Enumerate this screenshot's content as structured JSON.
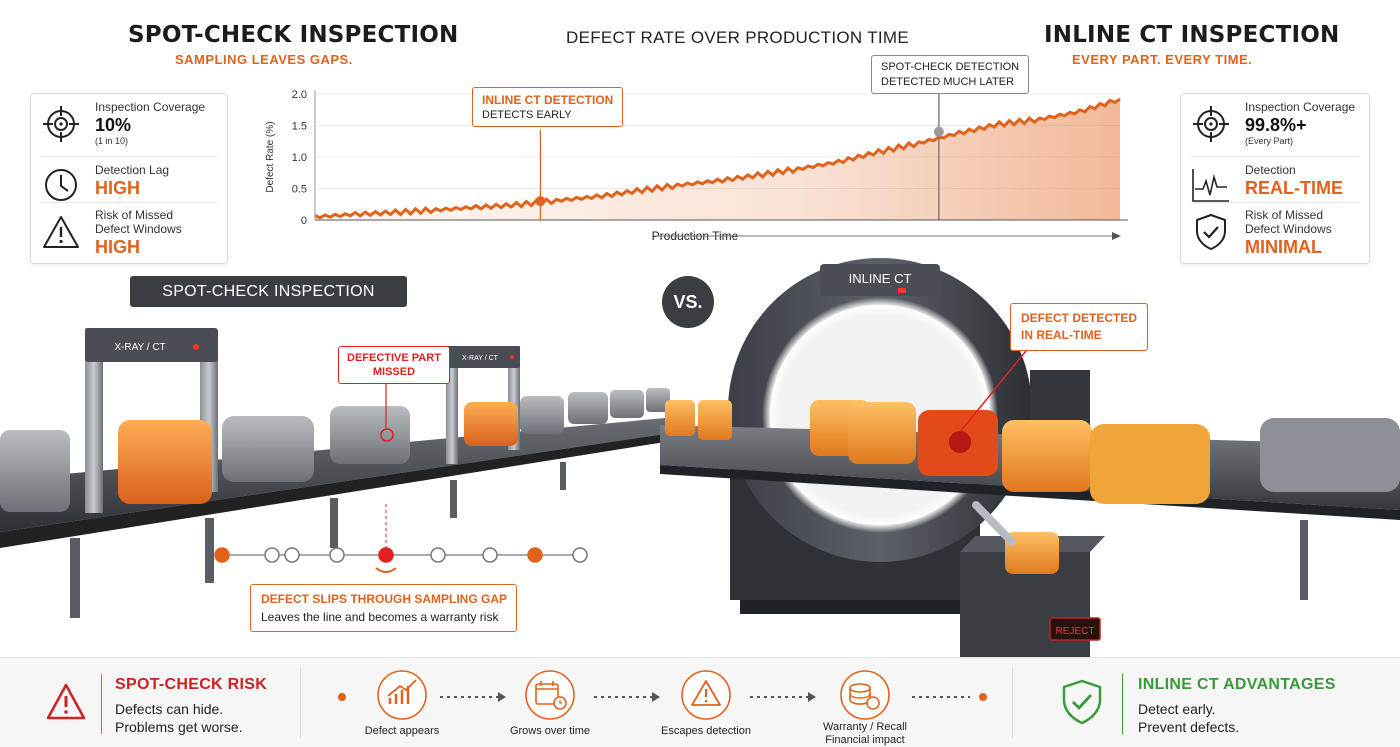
{
  "left_header": {
    "title": "SPOT-CHECK INSPECTION",
    "subtitle": "SAMPLING LEAVES GAPS."
  },
  "right_header": {
    "title": "INLINE CT INSPECTION",
    "subtitle": "EVERY PART. EVERY TIME."
  },
  "left_card": {
    "rows": [
      {
        "label": "Inspection Coverage",
        "value": "10%",
        "note": "(1 in 10)",
        "icon": "crosshair-icon"
      },
      {
        "label": "Detection Lag",
        "value": "HIGH",
        "icon": "clock-icon"
      },
      {
        "label": "Risk of Missed\nDefect Windows",
        "value": "HIGH",
        "icon": "warning-icon"
      }
    ]
  },
  "right_card": {
    "rows": [
      {
        "label": "Inspection Coverage",
        "value": "99.8%+",
        "note": "(Every Part)",
        "icon": "crosshair-icon"
      },
      {
        "label": "Detection",
        "value": "REAL-TIME",
        "icon": "pulse-icon"
      },
      {
        "label": "Risk of Missed\nDefect Windows",
        "value": "MINIMAL",
        "icon": "shield-check-icon"
      }
    ]
  },
  "chart_callouts": {
    "inline": {
      "head": "INLINE CT DETECTION",
      "sub": "DETECTS EARLY"
    },
    "spot": {
      "line1": "SPOT-CHECK DETECTION",
      "line2": "DETECTED MUCH LATER"
    }
  },
  "chart_data": {
    "type": "area",
    "title": "DEFECT RATE OVER PRODUCTION TIME",
    "xlabel": "Production Time",
    "ylabel": "Defect Rate (%)",
    "ylim": [
      0,
      2.0
    ],
    "yticks": [
      "2.0",
      "1.5",
      "1.0",
      "0.5",
      "0"
    ],
    "x": [
      0,
      0.05,
      0.1,
      0.15,
      0.2,
      0.25,
      0.3,
      0.35,
      0.4,
      0.45,
      0.5,
      0.55,
      0.6,
      0.65,
      0.7,
      0.75,
      0.8,
      0.85,
      0.9,
      0.95,
      1.0
    ],
    "values": [
      0.05,
      0.09,
      0.12,
      0.16,
      0.2,
      0.24,
      0.31,
      0.37,
      0.46,
      0.55,
      0.62,
      0.71,
      0.81,
      0.92,
      1.08,
      1.22,
      1.38,
      1.52,
      1.6,
      1.72,
      1.92
    ],
    "markers": [
      {
        "x": 0.28,
        "y": 0.3,
        "color": "#e0621d"
      },
      {
        "x": 0.775,
        "y": 1.4,
        "color": "#9a9a9a"
      }
    ],
    "line_color": "#e0621d"
  },
  "left_scene": {
    "banner": "SPOT-CHECK INSPECTION",
    "gate_label": "X-RAY / CT",
    "gate2_label": "X-RAY / CT",
    "missed_callout": "DEFECTIVE PART\nMISSED",
    "timeline_dots": [
      "orange",
      "gray",
      "gray",
      "gray",
      "red",
      "gray",
      "gray",
      "orange",
      "gray"
    ],
    "gap_callout": {
      "head": "DEFECT SLIPS THROUGH SAMPLING GAP",
      "sub": "Leaves the line and becomes a warranty risk"
    }
  },
  "vs_label": "VS.",
  "right_scene": {
    "machine_label": "INLINE CT",
    "defect_callout": "DEFECT DETECTED\nIN REAL-TIME",
    "reject_label": "REJECT"
  },
  "bottom": {
    "left_head": "SPOT-CHECK RISK",
    "left_text": [
      "Defects can hide.",
      "Problems get worse."
    ],
    "steps": [
      {
        "label": "Defect appears",
        "icon": "growth-chart-icon"
      },
      {
        "label": "Grows over time",
        "icon": "calendar-clock-icon"
      },
      {
        "label": "Escapes detection",
        "icon": "warning-icon"
      },
      {
        "label": "Warranty / Recall\nFinancial impact",
        "icon": "money-icon"
      }
    ],
    "right_head": "INLINE CT ADVANTAGES",
    "right_text": [
      "Detect early.",
      "Prevent defects."
    ]
  },
  "colors": {
    "accent": "#e0621d",
    "dark": "#3a3d42",
    "green": "#3a9a3a",
    "red": "#cc2222"
  }
}
